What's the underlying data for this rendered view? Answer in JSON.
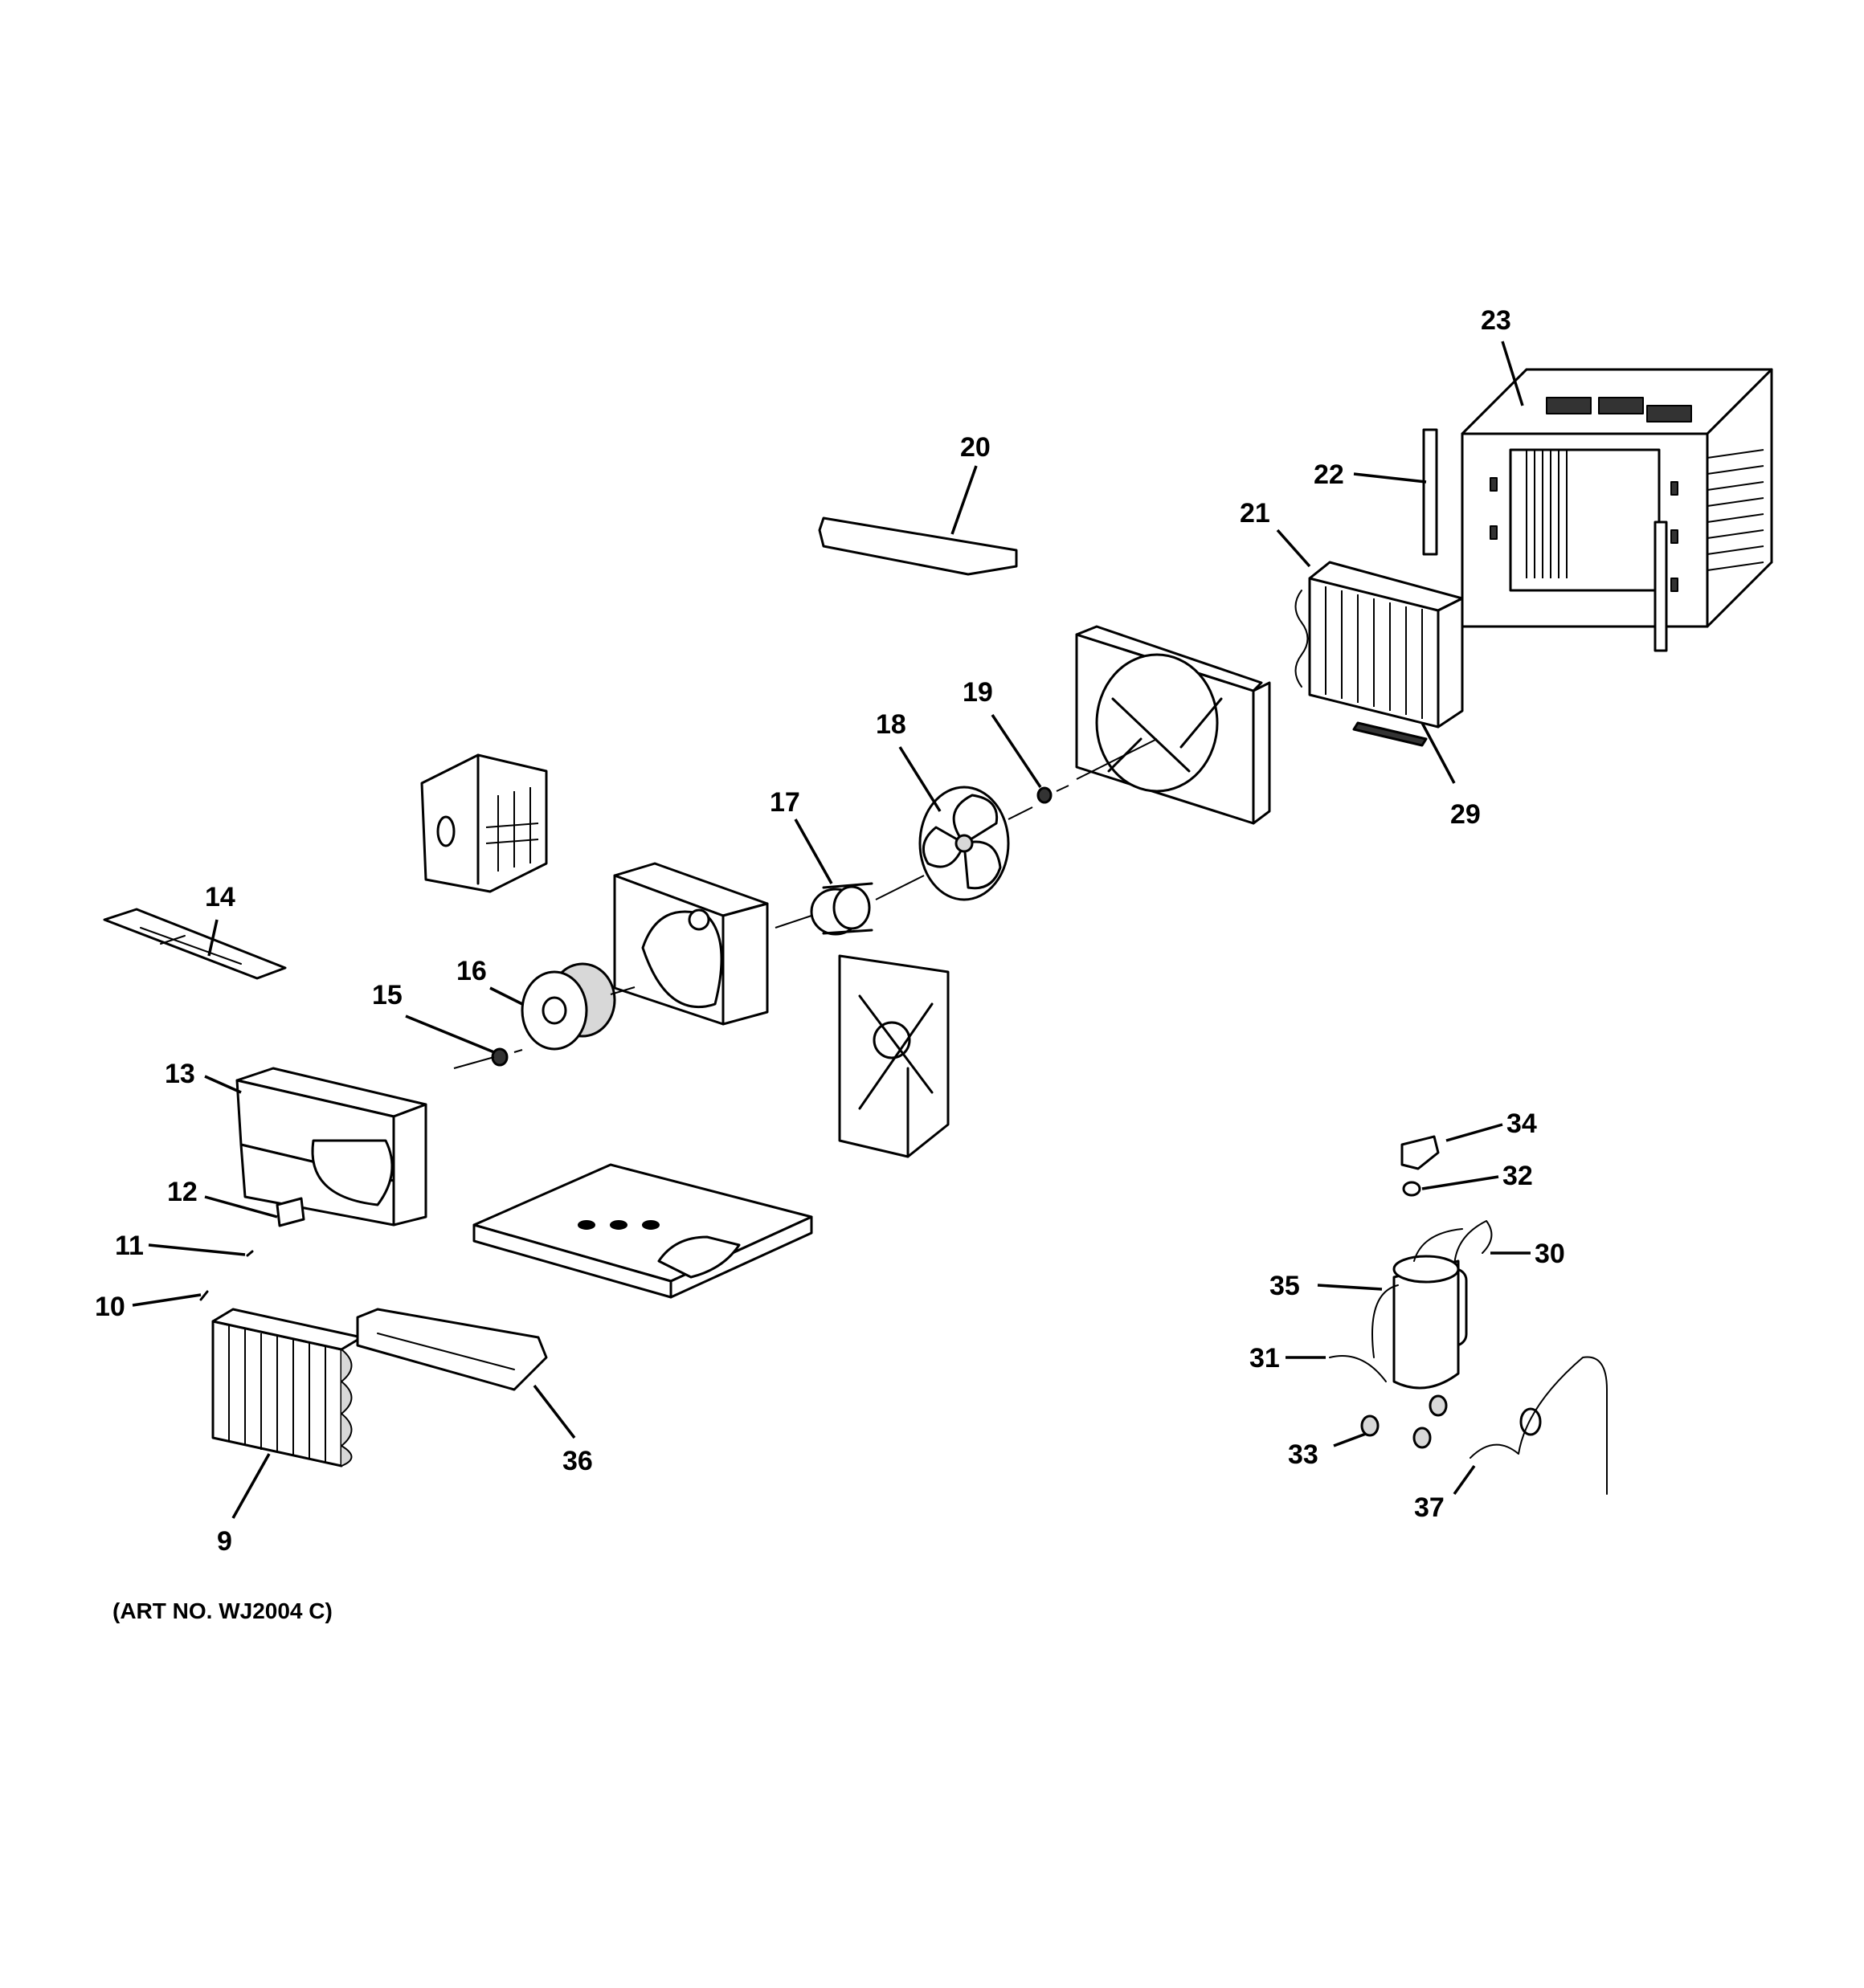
{
  "callouts": {
    "c9": "9",
    "c10": "10",
    "c11": "11",
    "c12": "12",
    "c13": "13",
    "c14": "14",
    "c15": "15",
    "c16": "16",
    "c17": "17",
    "c18": "18",
    "c19": "19",
    "c20": "20",
    "c21": "21",
    "c22": "22",
    "c23": "23",
    "c29": "29",
    "c30": "30",
    "c31": "31",
    "c32": "32",
    "c33": "33",
    "c34": "34",
    "c35": "35",
    "c36": "36",
    "c37": "37"
  },
  "caption": "(ART NO. WJ2004 C)"
}
